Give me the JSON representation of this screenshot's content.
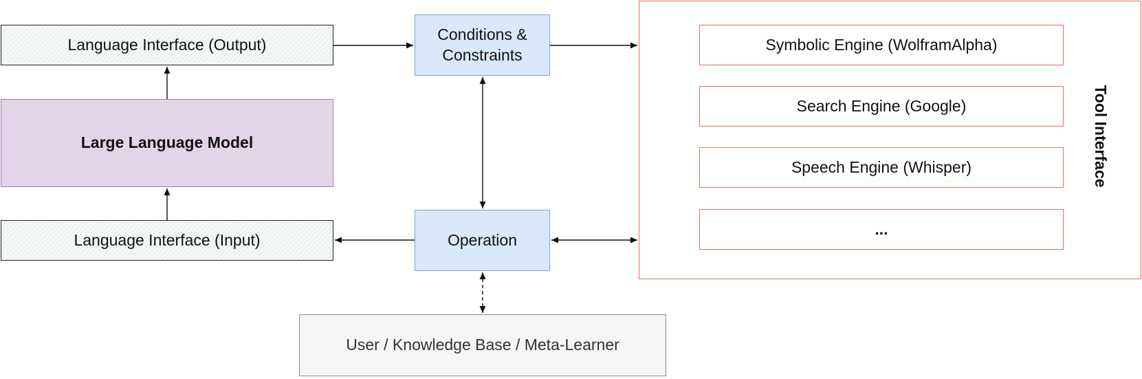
{
  "nodes": {
    "lang_output": "Language Interface (Output)",
    "llm": "Large Language Model",
    "lang_input": "Language Interface (Input)",
    "conditions": "Conditions & Constraints",
    "operation": "Operation",
    "user_kb": "User / Knowledge Base / Meta-Learner"
  },
  "tool_interface": {
    "title": "Tool Interface",
    "tools": [
      "Symbolic Engine (WolframAlpha)",
      "Search Engine (Google)",
      "Speech Engine (Whisper)",
      "..."
    ]
  },
  "colors": {
    "llm_fill": "#e1d5e7",
    "llm_border": "#a77ab8",
    "blue_fill": "#dae8fc",
    "blue_border": "#7c9fd6",
    "tool_border": "#ea6b66",
    "gray_fill": "#f5f5f5",
    "gray_border": "#8c8c8c"
  }
}
